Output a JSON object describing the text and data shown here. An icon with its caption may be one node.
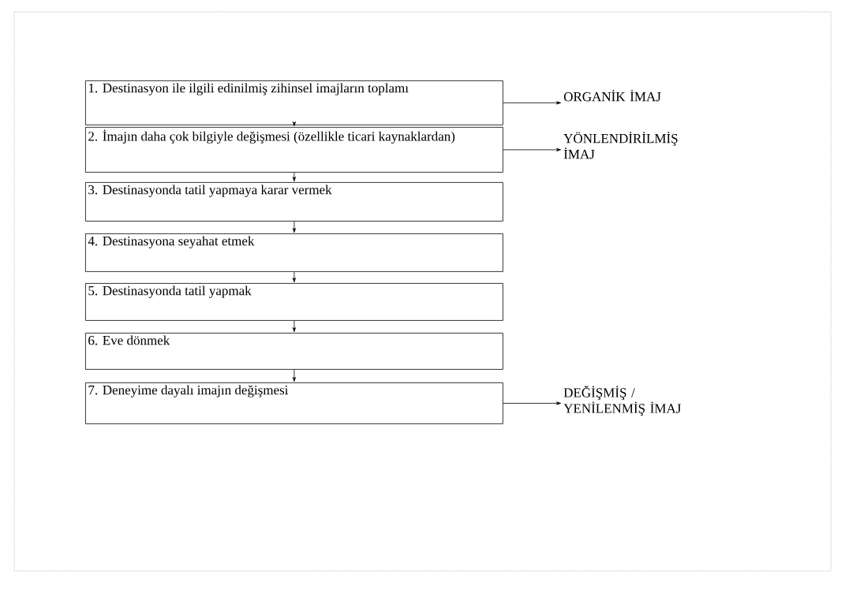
{
  "diagram": {
    "nodes": [
      {
        "text": [
          "1. Destinasyon ile ilgili edinilmiş zihinsel imajların toplamı"
        ]
      },
      {
        "text": [
          "2. İmajın daha çok bilgiyle değişmesi (özellikle ticari kaynaklardan)"
        ]
      },
      {
        "text": [
          "3. Destinasyonda tatil yapmaya karar vermek"
        ]
      },
      {
        "text": [
          "4. Destinasyona seyahat etmek"
        ]
      },
      {
        "text": [
          "5. Destinasyonda tatil yapmak"
        ]
      },
      {
        "text": [
          "6. Eve dönmek"
        ]
      },
      {
        "text": [
          "7. Deneyime dayalı imajın değişmesi"
        ]
      },
      {
        "text": [
          "ORGANİK İMAJ"
        ]
      },
      {
        "text": [
          "YÖNLENDİRİLMİŞ İMAJ"
        ]
      },
      {
        "text": [
          "DEĞİŞMİŞ / YENİLENMİŞ İMAJ"
        ]
      }
    ],
    "edges": [
      {
        "from": 0,
        "to": 1,
        "arrow": "to"
      },
      {
        "from": 1,
        "to": 2,
        "arrow": "to"
      },
      {
        "from": 2,
        "to": 3,
        "arrow": "to"
      },
      {
        "from": 3,
        "to": 4,
        "arrow": "to"
      },
      {
        "from": 4,
        "to": 5,
        "arrow": "to"
      },
      {
        "from": 5,
        "to": 6,
        "arrow": "to"
      },
      {
        "from": 0,
        "to": 7,
        "arrow": "to"
      },
      {
        "from": 1,
        "to": 8,
        "arrow": "to"
      },
      {
        "from": 6,
        "to": 9,
        "arrow": "to"
      }
    ]
  }
}
